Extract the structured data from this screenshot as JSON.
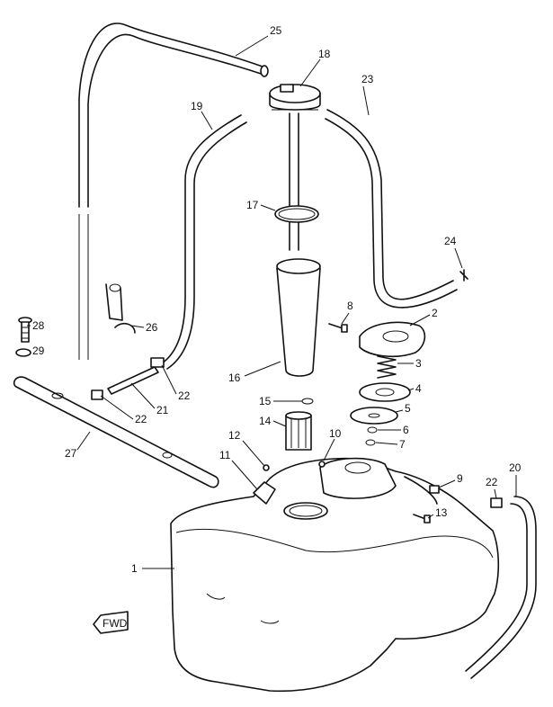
{
  "callouts": {
    "c1": "1",
    "c2": "2",
    "c3": "3",
    "c4": "4",
    "c5": "5",
    "c6": "6",
    "c7": "7",
    "c8": "8",
    "c9": "9",
    "c10": "10",
    "c11": "11",
    "c12": "12",
    "c13": "13",
    "c14": "14",
    "c15": "15",
    "c16": "16",
    "c17": "17",
    "c18": "18",
    "c19": "19",
    "c20": "20",
    "c21": "21",
    "c22a": "22",
    "c22b": "22",
    "c22c": "22",
    "c23": "23",
    "c24": "24",
    "c25": "25",
    "c26": "26",
    "c27": "27",
    "c28": "28",
    "c29": "29"
  },
  "fwd_mark": "FWD"
}
